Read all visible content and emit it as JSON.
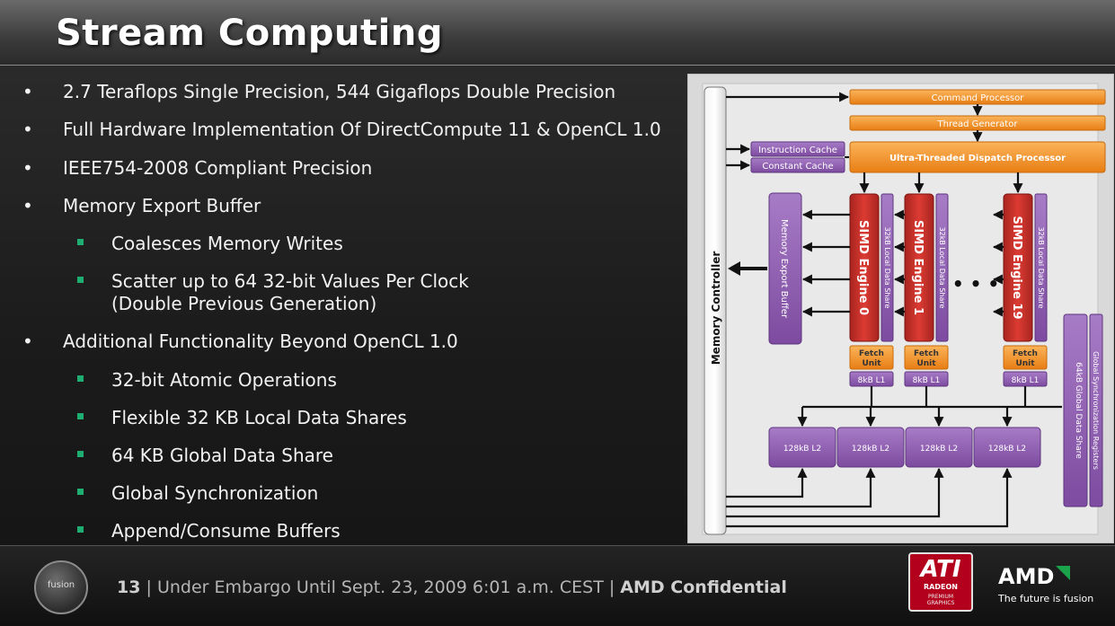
{
  "slide": {
    "title": "Stream Computing",
    "bullets": [
      {
        "level": 1,
        "text": "2.7 Teraflops Single Precision, 544 Gigaflops Double Precision"
      },
      {
        "level": 1,
        "text": "Full Hardware Implementation Of DirectCompute 11 & OpenCL 1.0"
      },
      {
        "level": 1,
        "text": "IEEE754-2008 Compliant Precision"
      },
      {
        "level": 1,
        "text": "Memory Export Buffer"
      },
      {
        "level": 2,
        "text": "Coalesces Memory Writes"
      },
      {
        "level": 2,
        "text": "Scatter up to 64 32-bit Values Per Clock",
        "text2": "(Double Previous Generation)"
      },
      {
        "level": 1,
        "text": "Additional Functionality Beyond OpenCL 1.0"
      },
      {
        "level": 2,
        "text": "32-bit Atomic Operations"
      },
      {
        "level": 2,
        "text": "Flexible 32 KB Local Data Shares"
      },
      {
        "level": 2,
        "text": "64 KB Global Data Share"
      },
      {
        "level": 2,
        "text": "Global Synchronization"
      },
      {
        "level": 2,
        "text": "Append/Consume Buffers"
      }
    ],
    "bullet_marker": "•"
  },
  "diagram": {
    "memory_controller": "Memory Controller",
    "command_processor": "Command Processor",
    "thread_generator": "Thread Generator",
    "instruction_cache": "Instruction Cache",
    "constant_cache": "Constant Cache",
    "dispatch_processor": "Ultra-Threaded Dispatch Processor",
    "memory_export_buffer": "Memory Export Buffer",
    "simd_engines": [
      "SIMD Engine 0",
      "SIMD Engine 1",
      "SIMD Engine 19"
    ],
    "local_data_share": "32kB Local Data Share",
    "fetch_unit_line1": "Fetch",
    "fetch_unit_line2": "Unit",
    "l1_cache": "8kB L1",
    "ellipsis": "• • •",
    "l2_caches": [
      "128kB L2",
      "128kB L2",
      "128kB L2",
      "128kB L2"
    ],
    "global_data_share": "64kB Global Data Share",
    "global_sync_registers": "Global Synchronization Registers",
    "colors": {
      "orange": "#f39424",
      "purple": "#8e5bb0",
      "red": "#c8302c",
      "panel": "#e7e7e7"
    }
  },
  "footer": {
    "page_number": "13",
    "embargo_text": "| Under Embargo Until Sept. 23, 2009 6:01 a.m. CEST |",
    "confidential": "AMD Confidential",
    "fusion_logo": "fusion",
    "ati_logo": "ATI",
    "ati_radeon": "RADEON",
    "ati_premium": "PREMIUM",
    "ati_graphics": "GRAPHICS",
    "amd_logo": "AMD",
    "amd_tagline": "The future is fusion"
  }
}
